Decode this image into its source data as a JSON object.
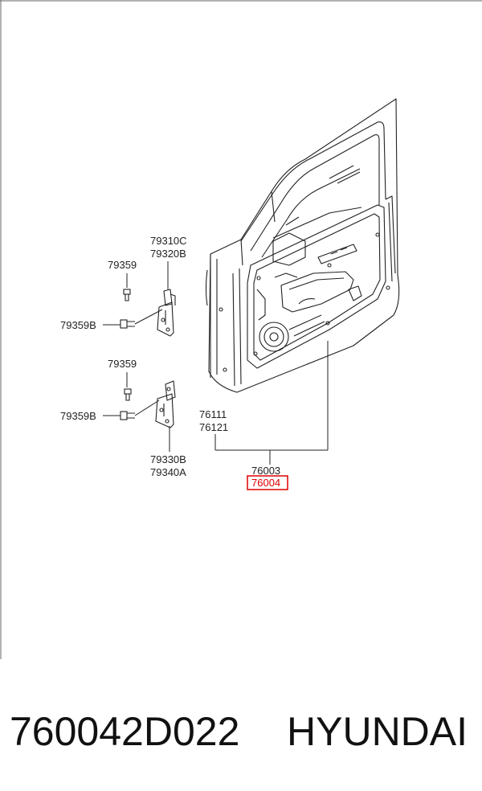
{
  "diagram": {
    "labels": {
      "hinge_upper_1": "79310C",
      "hinge_upper_2": "79320B",
      "bolt_upper": "79359",
      "bolt_upper_b": "79359B",
      "bolt_lower": "79359",
      "bolt_lower_b": "79359B",
      "hinge_lower_1": "79330B",
      "hinge_lower_2": "79340A",
      "panel_1": "76111",
      "panel_2": "76121",
      "assy_1": "76003",
      "assy_2": "76004"
    },
    "highlight_color": "#e00000",
    "line_color": "#222222"
  },
  "footer": {
    "part_number": "760042D022",
    "brand": "HYUNDAI"
  }
}
